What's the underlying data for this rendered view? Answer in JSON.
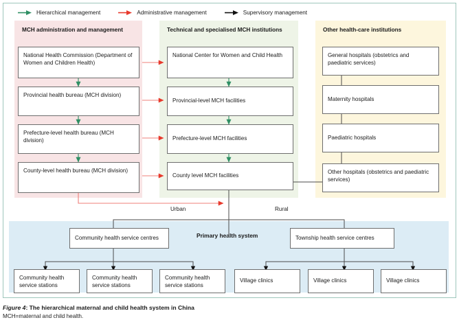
{
  "legend": {
    "items": [
      {
        "label": "Hierarchical management",
        "color": "#2f8f64",
        "icon": "arrow-right-icon"
      },
      {
        "label": "Administrative management",
        "color": "#e8392c",
        "icon": "arrow-right-icon"
      },
      {
        "label": "Supervisory management",
        "color": "#111111",
        "icon": "arrow-right-icon"
      }
    ]
  },
  "panels": {
    "administration": {
      "title": "MCH administration and management",
      "color": "#f8e4e5"
    },
    "technical": {
      "title": "Technical and specialised MCH institutions",
      "color": "#eef4e7"
    },
    "other": {
      "title": "Other health-care institutions",
      "color": "#fdf6dd"
    },
    "primary": {
      "title": "Primary health system",
      "color": "#dcecf5"
    }
  },
  "columns": {
    "administration": [
      "National Health Commission (Department of Women and Children Health)",
      "Provincial health bureau (MCH division)",
      "Prefecture-level health bureau (MCH division)",
      "County-level health bureau (MCH division)"
    ],
    "technical": [
      "National Center for Women and Child Health",
      "Provincial-level MCH facilities",
      "Prefecture-level MCH facilities",
      "County level MCH facilities"
    ],
    "other": [
      "General hospitals (obstetrics and paediatric services)",
      "Maternity hospitals",
      "Paediatric hospitals",
      "Other hospitals (obstetrics and paediatric services)"
    ]
  },
  "edge_labels": {
    "urban": "Urban",
    "rural": "Rural"
  },
  "primary_system": {
    "urban_centre": "Community health service centres",
    "rural_centre": "Township health service centres",
    "urban_stations": [
      "Community health service stations",
      "Community health service stations",
      "Community health service stations"
    ],
    "rural_clinics": [
      "Village clinics",
      "Village clinics",
      "Village clinics"
    ]
  },
  "caption": {
    "number": "Figure 4",
    "title": ": The hierarchical maternal and child health system in China",
    "note": "MCH=maternal and child health."
  }
}
